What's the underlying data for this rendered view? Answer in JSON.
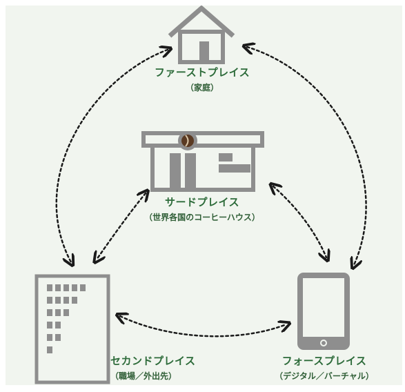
{
  "nodes": {
    "first": {
      "name": "ファーストプレイス",
      "sub": "（家庭）",
      "icon": "house-icon"
    },
    "third": {
      "name": "サードプレイス",
      "sub": "（世界各国のコーヒーハウス）",
      "icon": "coffee-shop-icon"
    },
    "second": {
      "name": "セカンドプレイス",
      "sub": "（職場／外出先）",
      "icon": "office-building-icon"
    },
    "fourth": {
      "name": "フォースプレイス",
      "sub": "（デジタル／バーチャル）",
      "icon": "tablet-icon"
    }
  },
  "colors": {
    "background": "#f1f5ef",
    "icon_gray": "#8e8e8e",
    "label_green": "#2d6b3a",
    "arrow": "#1a1a1a",
    "coffee_bean": "#5a3a22"
  }
}
